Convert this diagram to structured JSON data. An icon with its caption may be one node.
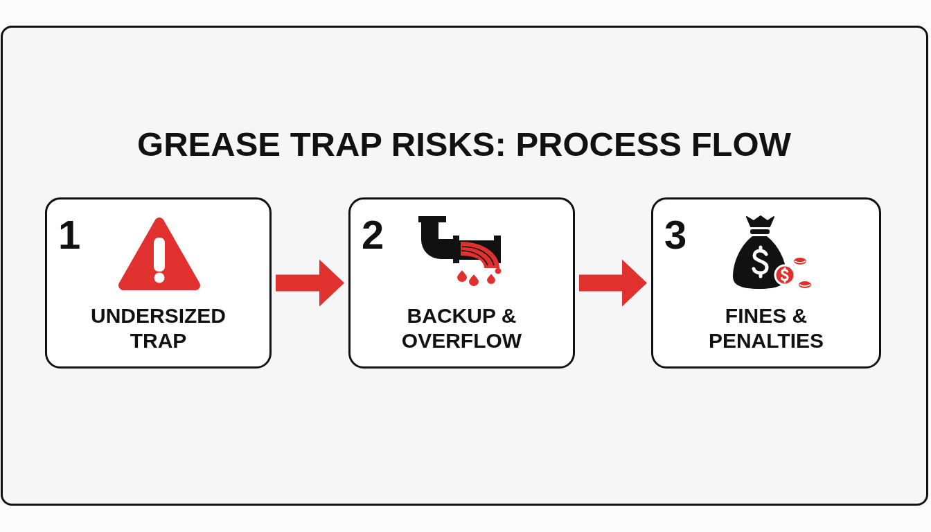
{
  "diagram": {
    "title": "GREASE TRAP RISKS: PROCESS FLOW",
    "nodes": [
      {
        "text": [
          "1",
          "UNDERSIZED TRAP"
        ]
      },
      {
        "text": [
          "2",
          "BACKUP & OVERFLOW"
        ]
      },
      {
        "text": [
          "3",
          "FINES & PENALTIES"
        ]
      }
    ],
    "edges": [
      {
        "from": 0,
        "to": 1,
        "arrow": "to"
      },
      {
        "from": 1,
        "to": 2,
        "arrow": "to"
      }
    ]
  }
}
